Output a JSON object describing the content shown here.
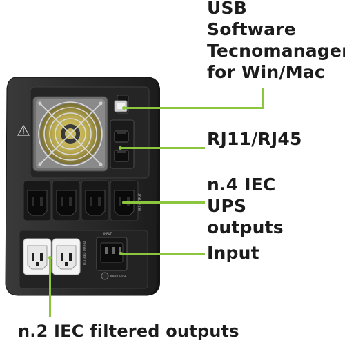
{
  "labels": {
    "usb": [
      "USB",
      "Software",
      "Tecnomanager",
      "for Win/Mac"
    ],
    "rj": "RJ11/RJ45",
    "ups_outputs": [
      "n.4 IEC",
      "UPS",
      "outputs"
    ],
    "input": "Input",
    "filtered": "n.2 IEC filtered outputs"
  },
  "panel_text": {
    "ups_output": "UPS OUTPUT",
    "filtered_output": "FILTERED OUTPUT",
    "input": "INPUT",
    "input_fuse": "INPUT FUSE"
  },
  "icons": {
    "fan": "cooling-fan-icon",
    "warning": "warning-triangle-icon",
    "usb": "usb-port-icon",
    "rj": "rj-port-icon"
  },
  "colors": {
    "leader": "#8cc63f",
    "device_body": "#2b2b2b",
    "text": "#1c1c1c",
    "socket_filtered": "#f4f4f4"
  }
}
